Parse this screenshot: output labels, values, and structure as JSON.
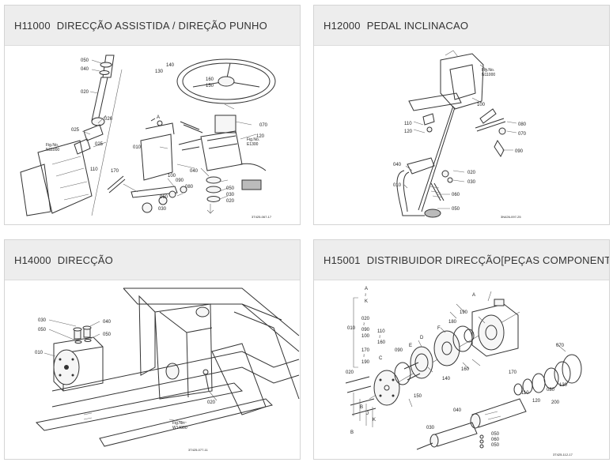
{
  "cards": [
    {
      "code": "H11000",
      "title": "DIRECÇÃO ASSISTIDA / DIREÇÃO PUNHO",
      "labels": [
        "050",
        "040",
        "020",
        "025",
        "026",
        "025",
        "Fig.No.",
        "N11000",
        "110",
        "170",
        "A",
        "010",
        "100",
        "090",
        "080",
        "060",
        "030",
        "140",
        "130",
        "160",
        "150",
        "070",
        "120",
        "Fig.No.",
        "E1300",
        "040",
        "050",
        "030",
        "020",
        "3T425-067-17"
      ]
    },
    {
      "code": "H12000",
      "title": "PEDAL INCLINACAO",
      "labels": [
        "Fig.No.",
        "N11000",
        "100",
        "110",
        "120",
        "080",
        "070",
        "090",
        "040",
        "020",
        "030",
        "010",
        "060",
        "050",
        "3N426-097-25"
      ]
    },
    {
      "code": "H14000",
      "title": "DIRECÇÃO",
      "labels": [
        "030",
        "040",
        "050",
        "050",
        "010",
        "020",
        "Fig.No.",
        "W14000",
        "3T425-077-11"
      ]
    },
    {
      "code": "H15001",
      "title": "DISTRIBUIDOR DIRECÇÃO[PEÇAS COMPONENTES]",
      "labels": [
        "A",
        "≀",
        "K",
        "010",
        "020",
        "≀",
        "090",
        "100",
        "110",
        "≀",
        "160",
        "170",
        "≀",
        "190",
        "C",
        "090",
        "150",
        "E",
        "D",
        "F",
        "180",
        "190",
        "A",
        "160",
        "140",
        "070",
        "020",
        "B",
        "J",
        "K",
        "B",
        "170",
        "110",
        "120",
        "080",
        "130",
        "200",
        "040",
        "030",
        "050",
        "060",
        "050",
        "3T425-112-17"
      ]
    }
  ]
}
